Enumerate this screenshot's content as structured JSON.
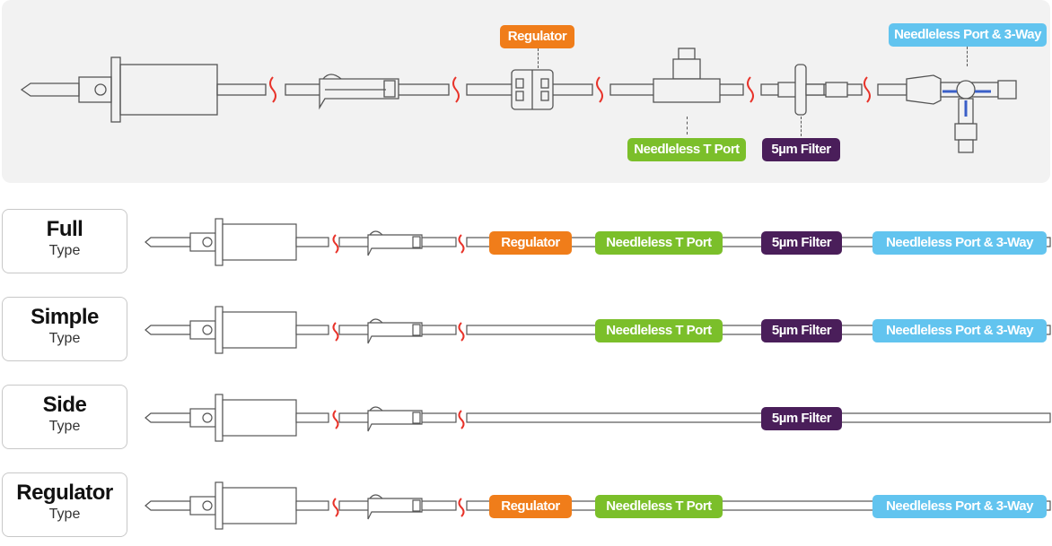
{
  "labels": {
    "regulator": "Regulator",
    "t_port": "Needleless T Port",
    "filter": "5µm Filter",
    "port_3way": "Needleless Port & 3-Way"
  },
  "types": [
    {
      "name": "Full",
      "suffix": "Type"
    },
    {
      "name": "Simple",
      "suffix": "Type"
    },
    {
      "name": "Side",
      "suffix": "Type"
    },
    {
      "name": "Regulator",
      "suffix": "Type"
    }
  ],
  "colors": {
    "regulator": "#f07d1a",
    "t_port": "#7bbf2a",
    "filter": "#4a1e5a",
    "port_3way": "#62c4ef",
    "break_mark": "#e8332a",
    "line": "#555555"
  }
}
